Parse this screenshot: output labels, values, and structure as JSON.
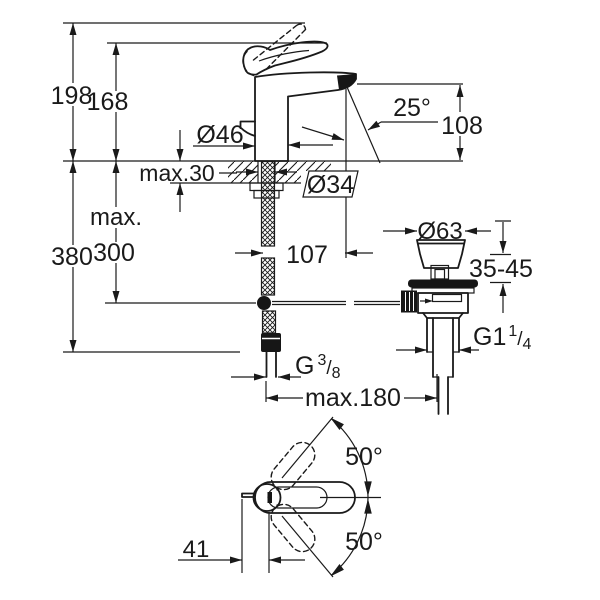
{
  "drawing": {
    "front_view": {
      "total_height": "198",
      "lever_tip_height": "168",
      "spout_height": "108",
      "spout_angle": "25°",
      "body_diameter": "Ø46",
      "deck_thickness": "max.30",
      "hole_diameter": "Ø34",
      "spout_reach": "107",
      "max_label": "max.",
      "rod_depth": "300",
      "hose_depth": "380",
      "waste_flange_diameter": "Ø63",
      "clamping_range": "35-45",
      "waste_thread": {
        "base": "G1",
        "sup": "1",
        "slash": "/",
        "sub": "4"
      },
      "supply_thread": {
        "base": "G",
        "sup": "3",
        "slash": "/",
        "sub": "8"
      },
      "hose_waste_distance": "max.180"
    },
    "top_view": {
      "swivel_angle_upper": "50°",
      "swivel_angle_lower": "50°",
      "lever_offset": "41"
    },
    "colors": {
      "line": "#1a1a1a",
      "background": "#ffffff"
    }
  }
}
